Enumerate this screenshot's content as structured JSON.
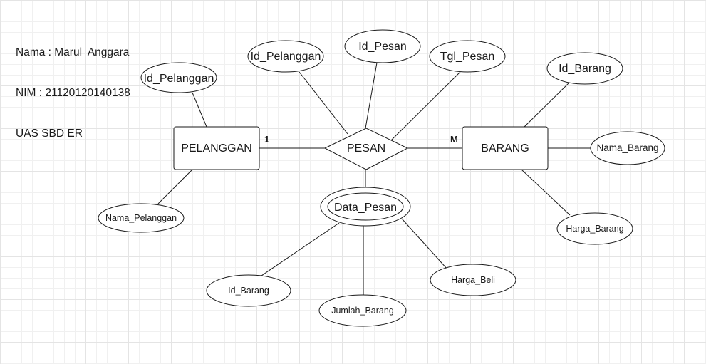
{
  "header": {
    "line1": "Nama : Marul  Anggara",
    "line2": "NIM : 21120120140138",
    "line3": "UAS SBD ER"
  },
  "entities": {
    "pelanggan": "PELANGGAN",
    "barang": "BARANG"
  },
  "relationship": {
    "pesan": "PESAN",
    "weak_entity": "Data_Pesan"
  },
  "attributes": {
    "pelanggan_id": "Id_Pelanggan",
    "pelanggan_nama": "Nama_Pelanggan",
    "pesan_id_pelanggan": "Id_Pelanggan",
    "pesan_id_pesan": "Id_Pesan",
    "pesan_tgl": "Tgl_Pesan",
    "barang_id": "Id_Barang",
    "barang_nama": "Nama_Barang",
    "barang_harga": "Harga_Barang",
    "data_id_barang": "Id_Barang",
    "data_jumlah": "Jumlah_Barang",
    "data_harga_beli": "Harga_Beli"
  },
  "cardinality": {
    "left": "1",
    "right": "M"
  }
}
